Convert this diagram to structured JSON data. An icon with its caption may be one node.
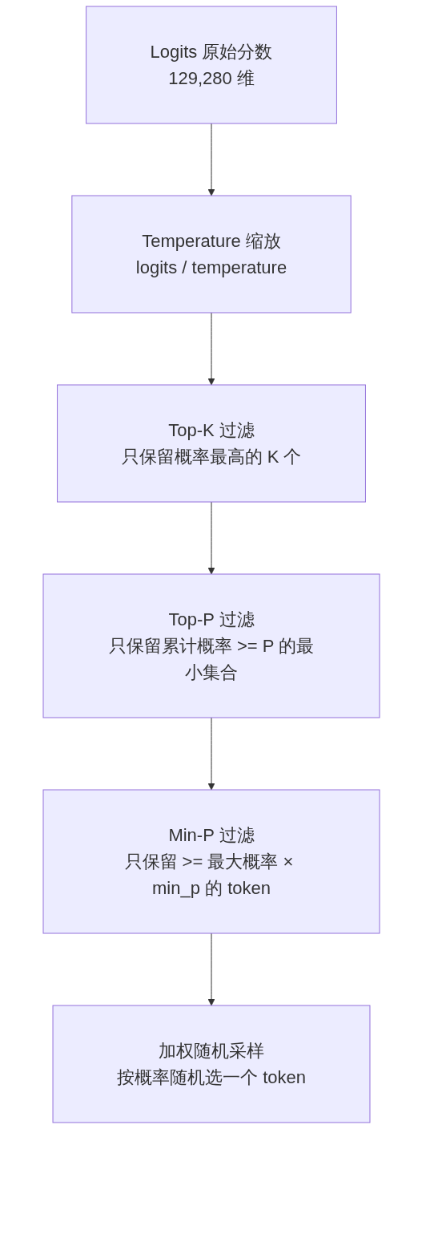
{
  "diagram": {
    "nodes": [
      {
        "text": [
          "Logits 原始分数",
          "129,280 维"
        ]
      },
      {
        "text": [
          "Temperature 缩放",
          "logits / temperature"
        ]
      },
      {
        "text": [
          "Top-K 过滤",
          "只保留概率最高的 K 个"
        ]
      },
      {
        "text": [
          "Top-P 过滤",
          "只保留累计概率 >= P 的最小集合"
        ]
      },
      {
        "text": [
          "Min-P 过滤",
          "只保留 >= 最大概率 × min_p 的 token"
        ]
      },
      {
        "text": [
          "加权随机采样",
          "按概率随机选一个 token"
        ]
      }
    ],
    "edges": [
      {
        "from": 0,
        "to": 1,
        "arrow": "to"
      },
      {
        "from": 1,
        "to": 2,
        "arrow": "to"
      },
      {
        "from": 2,
        "to": 3,
        "arrow": "to"
      },
      {
        "from": 3,
        "to": 4,
        "arrow": "to"
      },
      {
        "from": 4,
        "to": 5,
        "arrow": "to"
      }
    ]
  }
}
